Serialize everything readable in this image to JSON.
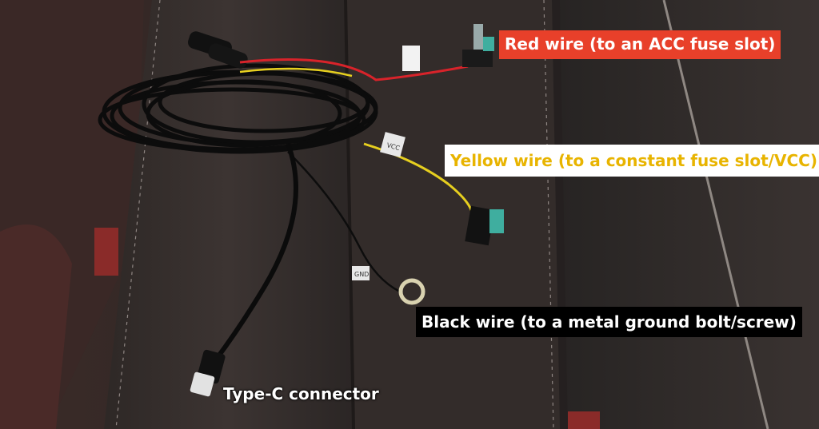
{
  "labels": {
    "red": "Red wire (to an ACC fuse slot)",
    "yellow": "Yellow wire (to a constant fuse slot/VCC)",
    "black": "Black wire (to a metal ground bolt/screw)",
    "typec": "Type-C connector"
  },
  "tags": {
    "yellow_wire_tag": "VCC",
    "ground_tag": "GND"
  },
  "colors": {
    "red_label_bg": "#e8402a",
    "yellow_label_text": "#e8b400",
    "black_label_bg": "#000000",
    "leather": "#3a3230",
    "red_wire": "#d8232a",
    "yellow_wire": "#e6cf1f",
    "fuse_teal": "#3fae9f"
  }
}
